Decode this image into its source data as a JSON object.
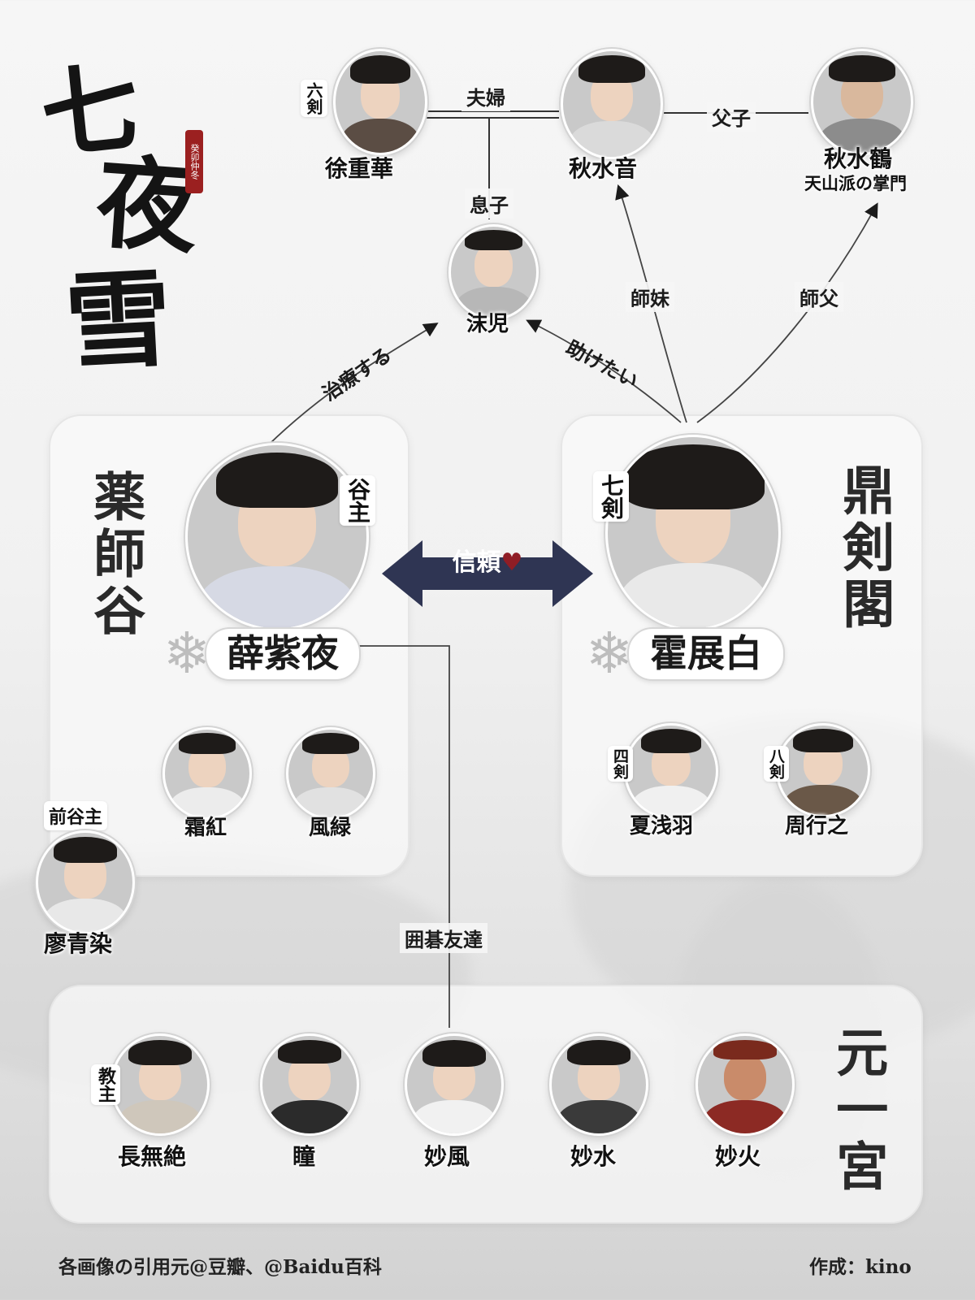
{
  "title": {
    "chars": [
      "七",
      "夜",
      "雪"
    ],
    "seal_text": "癸卯仲冬"
  },
  "groups": {
    "yakushi": {
      "title": "薬師谷"
    },
    "teiken": {
      "title": "鼎剣閣"
    },
    "genichi": {
      "title": "元一宮"
    }
  },
  "people": {
    "xu": {
      "name": "徐重華",
      "tag": "六剣"
    },
    "qiu_yin": {
      "name": "秋水音"
    },
    "qiu_he": {
      "name": "秋水鶴",
      "sub": "天山派の掌門"
    },
    "mo": {
      "name": "沫児"
    },
    "xue": {
      "name": "薛紫夜",
      "tag": "谷主"
    },
    "huo": {
      "name": "霍展白",
      "tag": "七剣"
    },
    "shuang": {
      "name": "霜紅"
    },
    "feng": {
      "name": "風緑"
    },
    "liao": {
      "name": "廖青染",
      "tag": "前谷主"
    },
    "xia": {
      "name": "夏浅羽",
      "tag": "四剣"
    },
    "zhou": {
      "name": "周行之",
      "tag": "八剣"
    },
    "chang": {
      "name": "長無絶",
      "tag": "教主"
    },
    "tong": {
      "name": "瞳"
    },
    "miaofeng": {
      "name": "妙風"
    },
    "miaoshui": {
      "name": "妙水"
    },
    "miaohuo": {
      "name": "妙火"
    }
  },
  "relations": {
    "couple": "夫婦",
    "father_daughter": "父子",
    "son": "息子",
    "junior_sister": "師妹",
    "master": "師父",
    "treat": "治療する",
    "want_help": "助けたい",
    "trust": "信頼",
    "trust_heart": "♥",
    "go_friends": "囲碁友達"
  },
  "footer": {
    "credits": "各画像の引用元@豆瓣、@Baidu百科",
    "author": "作成：kino"
  },
  "colors": {
    "trust_arrow": "#2f3553",
    "heart": "#8f1d25",
    "seal": "#9b2020"
  }
}
